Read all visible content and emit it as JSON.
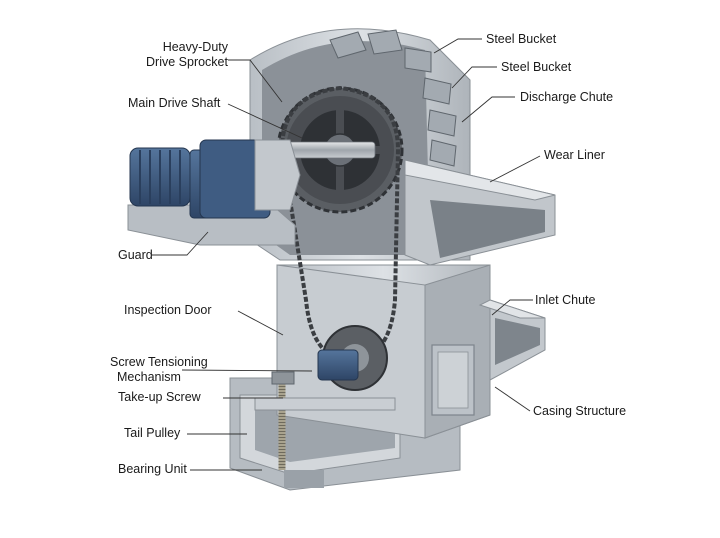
{
  "labels": {
    "heavy_duty_drive_sprocket": [
      "Heavy-Duty",
      "Drive Sprocket"
    ],
    "main_drive_shaft": "Main Drive Shaft",
    "guard": "Guard",
    "inspection_door": "Inspection Door",
    "screw_tensioning_mechanism": [
      "Screw Tensioning",
      "Mechanism"
    ],
    "take_up_screw": "Take-up Screw",
    "tail_pulley": "Tail Pulley",
    "bearing_unit": "Bearing Unit",
    "steel_bucket_1": "Steel Bucket",
    "steel_bucket_2": "Steel Bucket",
    "discharge_chute": "Discharge Chute",
    "wear_liner": "Wear Liner",
    "inlet_chute": "Inlet Chute",
    "casing_structure": "Casing Structure"
  },
  "colors": {
    "casing": "#c9ced3",
    "casing_dark": "#9aa1a8",
    "motor_blue": "#3d5a80",
    "sprocket": "#4a4d52",
    "leader_line": "#333333"
  }
}
